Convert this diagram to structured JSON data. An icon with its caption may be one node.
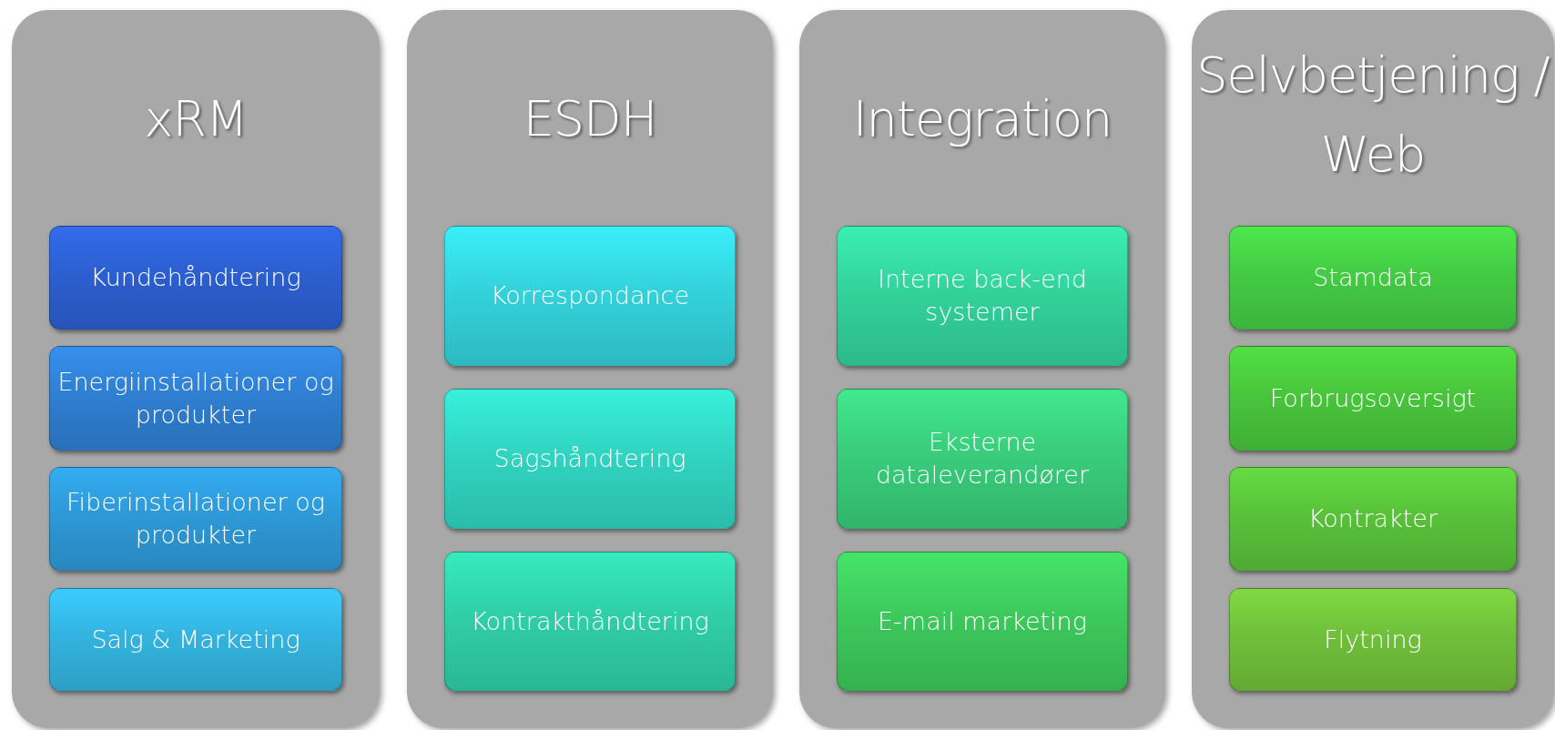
{
  "diagram": {
    "nodes": [
      {
        "text": [
          "xRM"
        ]
      },
      {
        "text": [
          "Kundehåndtering"
        ],
        "in": 0
      },
      {
        "text": [
          "Energiinstallationer og produkter"
        ],
        "in": 0
      },
      {
        "text": [
          "Fiberinstallationer og produkter"
        ],
        "in": 0
      },
      {
        "text": [
          "Salg & Marketing"
        ],
        "in": 0
      },
      {
        "text": [
          "ESDH"
        ]
      },
      {
        "text": [
          "Korrespondance"
        ],
        "in": 5
      },
      {
        "text": [
          "Sagshåndtering"
        ],
        "in": 5
      },
      {
        "text": [
          "Kontrakthåndtering"
        ],
        "in": 5
      },
      {
        "text": [
          "Integration"
        ]
      },
      {
        "text": [
          "Interne back-end systemer"
        ],
        "in": 9
      },
      {
        "text": [
          "Eksterne dataleverandører"
        ],
        "in": 9
      },
      {
        "text": [
          "E-mail marketing"
        ],
        "in": 9
      },
      {
        "text": [
          "Selvbetjening / Web"
        ]
      },
      {
        "text": [
          "Stamdata"
        ],
        "in": 13
      },
      {
        "text": [
          "Forbrugsoversigt"
        ],
        "in": 13
      },
      {
        "text": [
          "Kontrakter"
        ],
        "in": 13
      },
      {
        "text": [
          "Flytning"
        ],
        "in": 13
      }
    ]
  }
}
